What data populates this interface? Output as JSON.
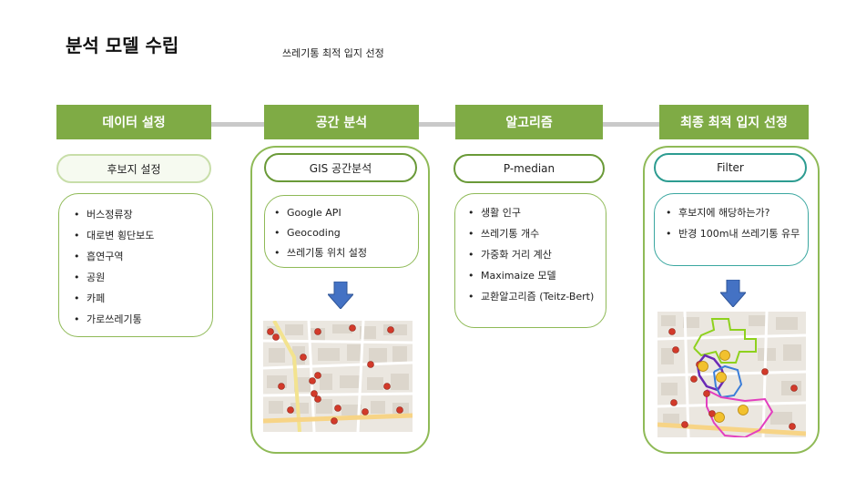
{
  "title": "분석 모델 수립",
  "subtitle": "쓰레기통 최적 입지 선정",
  "stages": [
    {
      "header": "데이터 설정",
      "pill": "후보지 설정",
      "items": [
        "버스정류장",
        "대로변 횡단보도",
        "흡연구역",
        "공원",
        "카페",
        "가로쓰레기통"
      ]
    },
    {
      "header": "공간 분석",
      "pill": "GIS 공간분석",
      "items": [
        "Google API",
        "Geocoding",
        "쓰레기통 위치 설정"
      ]
    },
    {
      "header": "알고리즘",
      "pill": "P-median",
      "items": [
        "생활 인구",
        "쓰레기통 개수",
        "가중화 거리 계산",
        "Maximaize 모델",
        "교환알고리즘 (Teitz-Bert)"
      ]
    },
    {
      "header": "최종 최적 입지 선정",
      "pill": "Filter",
      "items": [
        "후보지에 해당하는가?",
        "반경 100m내 쓰레기통 유무"
      ]
    }
  ],
  "colors": {
    "header_green": "#7fab45",
    "panel_green": "#8fba57",
    "filter_teal": "#2d9c91",
    "arrow_blue": "#4472c4",
    "marker_red": "#d23a2a",
    "marker_yellow": "#f2c12e"
  },
  "icons": {
    "arrow": "down-arrow-icon",
    "marker": "map-marker-icon",
    "candidate_marker": "lightbulb-marker-icon"
  }
}
